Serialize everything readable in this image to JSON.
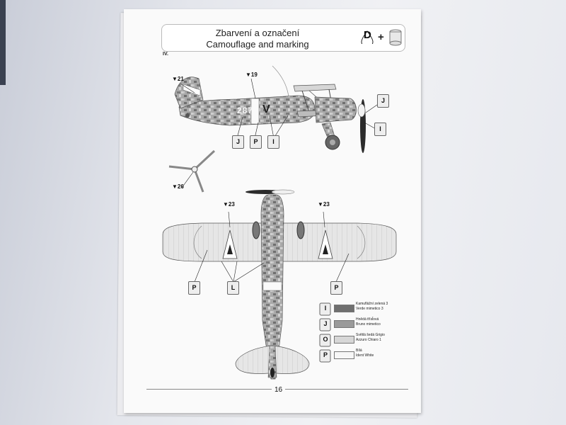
{
  "title": {
    "czech": "Zbarvení a označení",
    "english": "Camouflage and marking",
    "glue_letter": "D",
    "plus": "+"
  },
  "section": "IV.",
  "callouts": {
    "tail_paint": "21",
    "cockpit_paint": "19",
    "prop_spinner_paint": "26",
    "left_wing_paint": "23",
    "right_wing_paint": "23"
  },
  "side_view_markings": {
    "code": "287",
    "letter": "V"
  },
  "side_view_cans": [
    "J",
    "P",
    "I"
  ],
  "nose_cans": [
    "J",
    "I"
  ],
  "plan_view_cans": [
    "P",
    "L",
    "P"
  ],
  "legend": [
    {
      "letter": "I",
      "czech": "Kamuflážní zelená 3",
      "italian": "Verde mimetico 3",
      "swatch": "#6f6f6f"
    },
    {
      "letter": "J",
      "czech": "Hnědá třísl̆ová",
      "italian": "Bruno mimetico",
      "swatch": "#9a9a9a"
    },
    {
      "letter": "O",
      "czech": "Světlá šedá Grigio",
      "italian": "Azzuro Chiaro 1",
      "swatch": "#d7d7d7"
    },
    {
      "letter": "P",
      "czech": "Bílá",
      "italian": "Ident White",
      "swatch": "#f7f7f7"
    }
  ],
  "page_number": "16",
  "colors": {
    "camo_dark": "#6f6f6f",
    "camo_mid": "#a0a0a0",
    "camo_light": "#c9c9c9",
    "wing_underside": "#e3e3e3"
  }
}
